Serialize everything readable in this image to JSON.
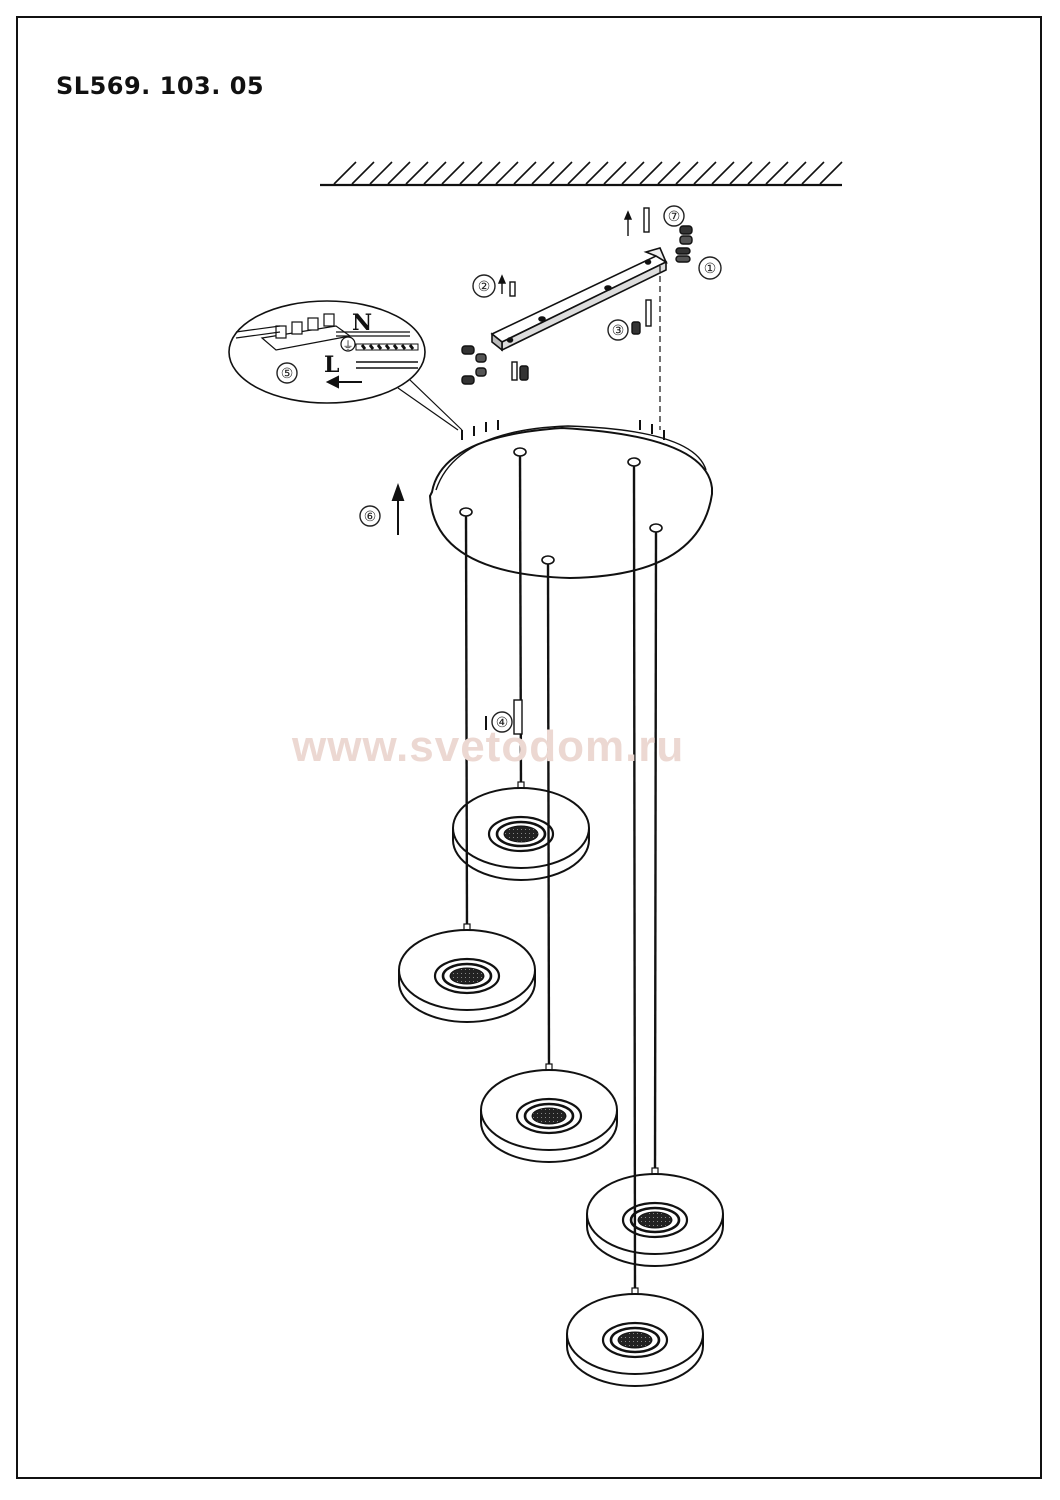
{
  "document": {
    "model_code": "SL569. 103. 05",
    "watermark": "www.svetodom.ru"
  },
  "wiring_detail": {
    "neutral_label": "N",
    "live_label": "L",
    "ground_symbol": "⏚"
  },
  "steps": [
    {
      "number": "①",
      "name": "step-1"
    },
    {
      "number": "②",
      "name": "step-2"
    },
    {
      "number": "③",
      "name": "step-3"
    },
    {
      "number": "④",
      "name": "step-4"
    },
    {
      "number": "⑤",
      "name": "step-5"
    },
    {
      "number": "⑥",
      "name": "step-6"
    },
    {
      "number": "⑦",
      "name": "step-7"
    }
  ],
  "pendants": [
    {
      "name": "pendant-1"
    },
    {
      "name": "pendant-2"
    },
    {
      "name": "pendant-3"
    },
    {
      "name": "pendant-4"
    },
    {
      "name": "pendant-5"
    }
  ]
}
